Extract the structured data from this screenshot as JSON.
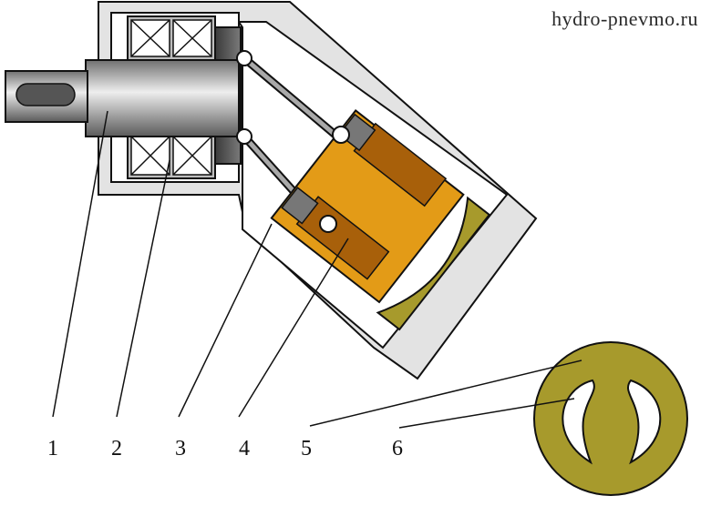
{
  "site": {
    "label": "hydro-pnevmo.ru"
  },
  "callouts": [
    {
      "number": "1"
    },
    {
      "number": "2"
    },
    {
      "number": "3"
    },
    {
      "number": "4"
    },
    {
      "number": "5"
    },
    {
      "number": "6"
    }
  ],
  "colors": {
    "housing": "#e3e3e3",
    "cavity": "#ffffff",
    "bearing_bg": "#bdbdbd",
    "shaft_dark": "#6e6e6e",
    "shaft_light": "#e8e8e8",
    "cylinder_block": "#e39b17",
    "piston_brown": "#a8600a",
    "valve_plate": "#a79a2c",
    "outline": "#111111"
  },
  "icons": {
    "bearing": "bearing-crossed-boxes",
    "ball_joint": "ball-joint-circle"
  }
}
